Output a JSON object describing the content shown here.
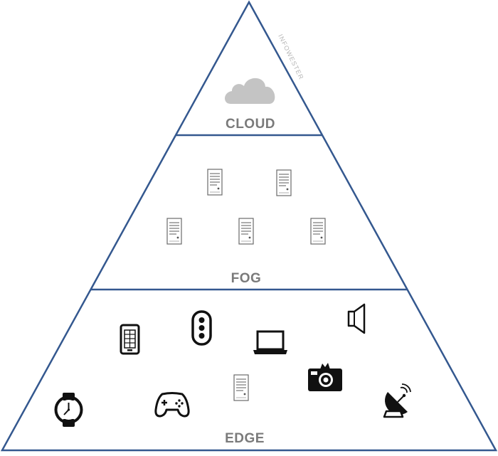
{
  "colors": {
    "outline": "#34588f",
    "label": "#7a7a7a",
    "cloud": "#c4c4c4",
    "server_body": "#ffffff",
    "server_line": "#6a6a6a",
    "device": "#111111"
  },
  "watermark": "INFOWESTER",
  "layers": {
    "cloud": {
      "label": "CLOUD",
      "icons": [
        "cloud-icon"
      ]
    },
    "fog": {
      "label": "FOG",
      "icons": [
        "server-icon",
        "server-icon",
        "server-icon",
        "server-icon",
        "server-icon"
      ]
    },
    "edge": {
      "label": "EDGE",
      "icons": [
        "smartphone-icon",
        "traffic-light-icon",
        "laptop-icon",
        "speaker-icon",
        "camera-icon",
        "server-icon",
        "smartwatch-icon",
        "gamepad-icon",
        "satellite-dish-icon"
      ]
    }
  }
}
